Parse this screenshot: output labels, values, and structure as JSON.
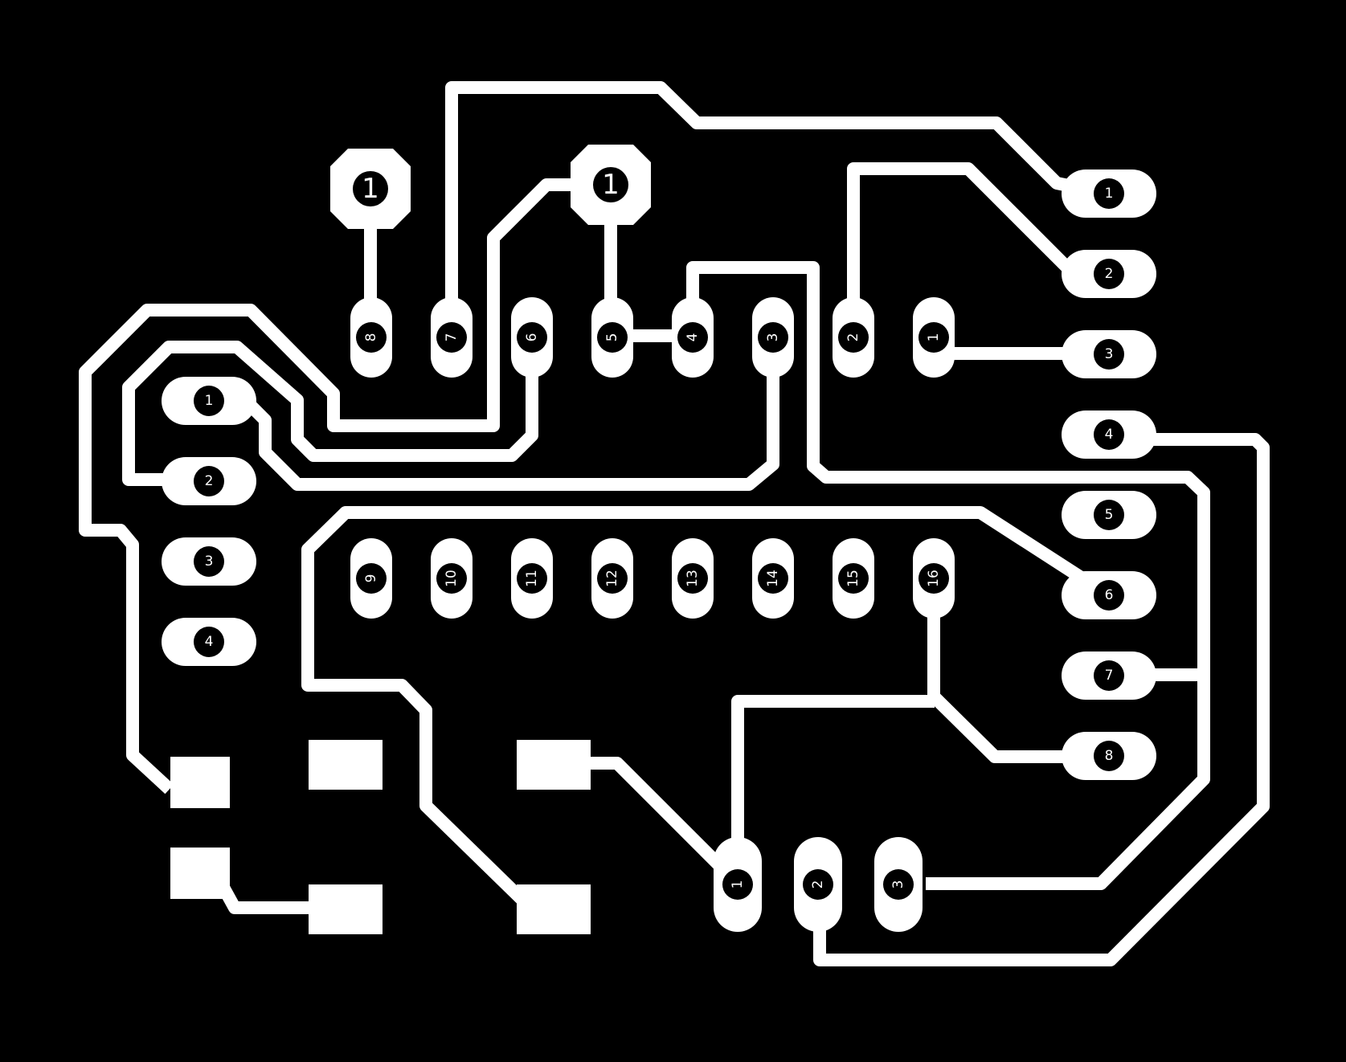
{
  "colors": {
    "background": "#000000",
    "copper": "#ffffff"
  },
  "ic_labels": {
    "top": [
      "8",
      "7",
      "6",
      "5",
      "4",
      "3",
      "2",
      "1"
    ],
    "bottom": [
      "9",
      "10",
      "11",
      "12",
      "13",
      "14",
      "15",
      "16"
    ]
  },
  "header_right": [
    "1",
    "2",
    "3",
    "4",
    "5",
    "6",
    "7",
    "8"
  ],
  "header_left": [
    "1",
    "2",
    "3",
    "4"
  ],
  "header_bottom": [
    "1",
    "2",
    "3"
  ],
  "test_points": [
    "1",
    "1"
  ]
}
